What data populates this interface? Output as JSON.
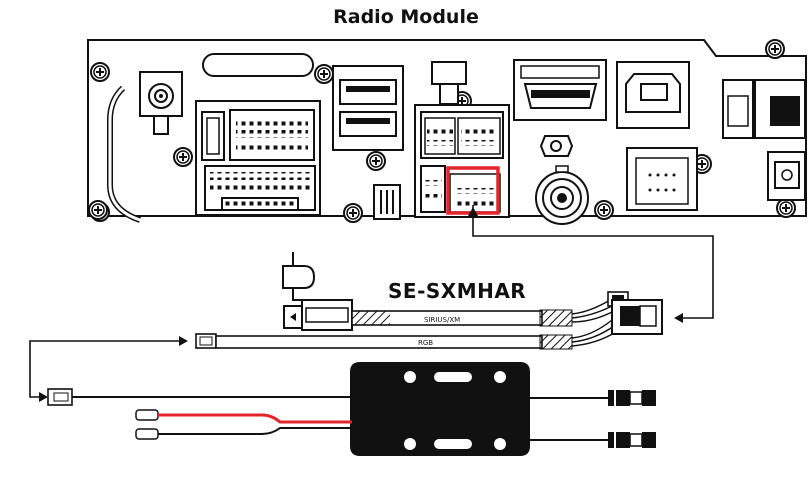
{
  "diagram": {
    "title": "Radio Module",
    "product_label": "SE-SXMHAR",
    "cable_labels": {
      "upper": "SIRIUS/XM",
      "lower": "RGB"
    },
    "colors": {
      "highlight": "#e3262b",
      "ink": "#111111",
      "panel_fill": "#ffffff",
      "module_fill": "#111111",
      "red_wire": "#e3262b"
    }
  }
}
